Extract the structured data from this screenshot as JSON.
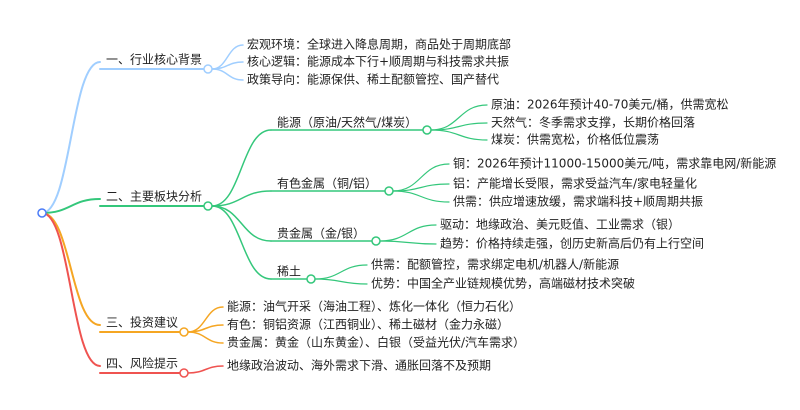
{
  "colors": {
    "root": "#4a7bf7",
    "background": "#a0ceff",
    "sectors": "#34c77b",
    "advice": "#f5a623",
    "risk": "#ef5350"
  },
  "mindmap": {
    "branches": [
      {
        "label": "一、行业核心背景",
        "color_key": "background",
        "children": [
          {
            "label": "宏观环境：全球进入降息周期，商品处于周期底部"
          },
          {
            "label": "核心逻辑：能源成本下行+顺周期与科技需求共振"
          },
          {
            "label": "政策导向：能源保供、稀土配额管控、国产替代"
          }
        ]
      },
      {
        "label": "二、主要板块分析",
        "color_key": "sectors",
        "children": [
          {
            "label": "能源（原油/天然气/煤炭）",
            "children": [
              {
                "label": "原油：2026年预计40-70美元/桶，供需宽松"
              },
              {
                "label": "天然气：冬季需求支撑，长期价格回落"
              },
              {
                "label": "煤炭：供需宽松，价格低位震荡"
              }
            ]
          },
          {
            "label": "有色金属（铜/铝）",
            "children": [
              {
                "label": "铜：2026年预计11000-15000美元/吨，需求靠电网/新能源"
              },
              {
                "label": "铝：产能增长受限，需求受益汽车/家电轻量化"
              },
              {
                "label": "供需：供应增速放缓，需求端科技+顺周期共振"
              }
            ]
          },
          {
            "label": "贵金属（金/银）",
            "children": [
              {
                "label": "驱动：地缘政治、美元贬值、工业需求（银）"
              },
              {
                "label": "趋势：价格持续走强，创历史新高后仍有上行空间"
              }
            ]
          },
          {
            "label": "稀土",
            "children": [
              {
                "label": "供需：配额管控，需求绑定电机/机器人/新能源"
              },
              {
                "label": "优势：中国全产业链规模优势，高端磁材技术突破"
              }
            ]
          }
        ]
      },
      {
        "label": "三、投资建议",
        "color_key": "advice",
        "children": [
          {
            "label": "能源：油气开采（海油工程）、炼化一体化（恒力石化）"
          },
          {
            "label": "有色：铜铝资源（江西铜业）、稀土磁材（金力永磁）"
          },
          {
            "label": "贵金属：黄金（山东黄金）、白银（受益光伏/汽车需求）"
          }
        ]
      },
      {
        "label": "四、风险提示",
        "color_key": "risk",
        "children": [
          {
            "label": "地缘政治波动、海外需求下滑、通胀回落不及预期"
          }
        ]
      }
    ]
  }
}
